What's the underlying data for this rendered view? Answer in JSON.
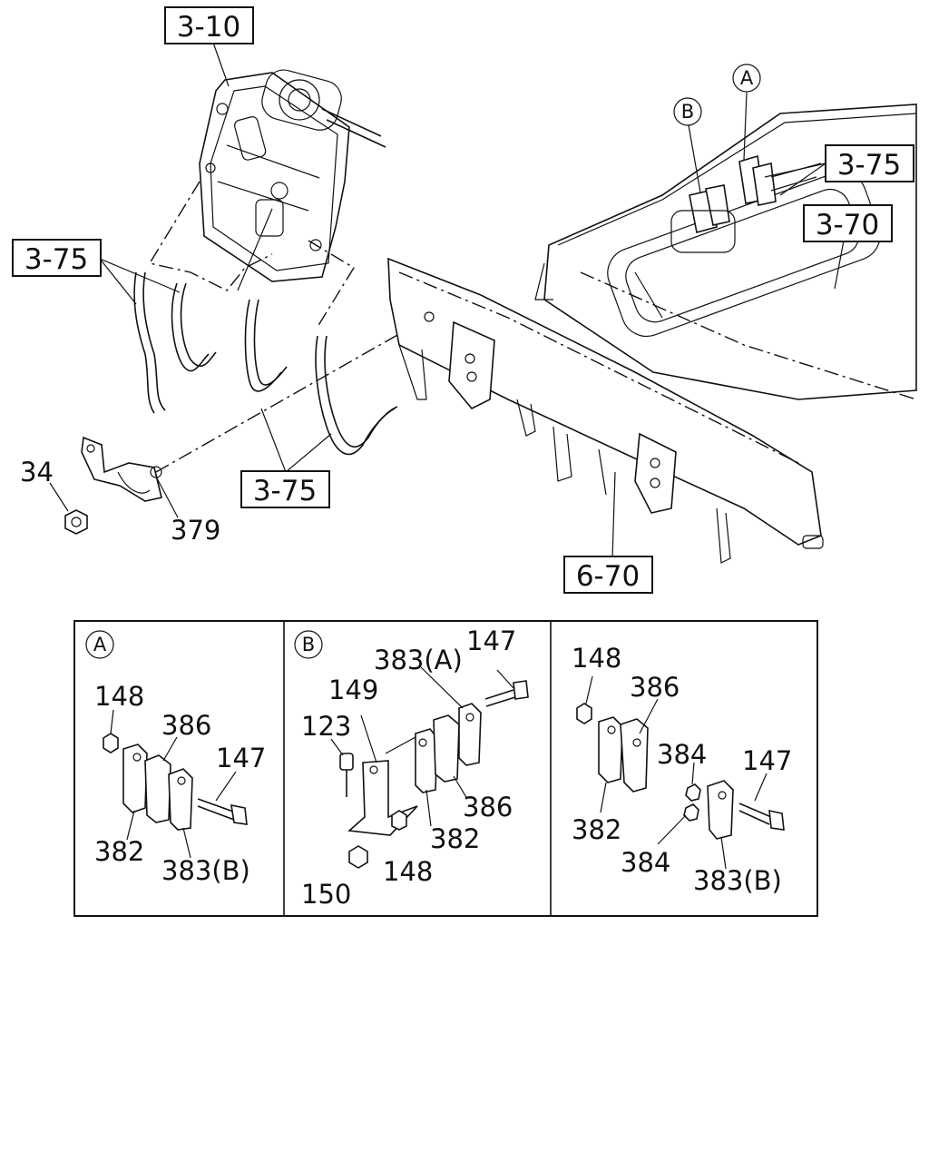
{
  "references": {
    "ref_3_10": "3-10",
    "ref_3_75_left": "3-75",
    "ref_3_75_bottom": "3-75",
    "ref_3_75_right": "3-75",
    "ref_3_70": "3-70",
    "ref_6_70": "6-70"
  },
  "callouts": {
    "marker_a": "A",
    "marker_b": "B",
    "p34": "34",
    "p379": "379"
  },
  "panel_a": {
    "marker": "A",
    "p148": "148",
    "p386": "386",
    "p147": "147",
    "p382": "382",
    "p383b": "383(B)"
  },
  "panel_b": {
    "marker": "B",
    "p383a": "383(A)",
    "p147": "147",
    "p149": "149",
    "p123": "123",
    "p386": "386",
    "p382": "382",
    "p150": "150",
    "p148": "148"
  },
  "panel_c": {
    "p148": "148",
    "p386": "386",
    "p384_top": "384",
    "p147": "147",
    "p382": "382",
    "p384_bottom": "384",
    "p383b": "383(B)"
  }
}
